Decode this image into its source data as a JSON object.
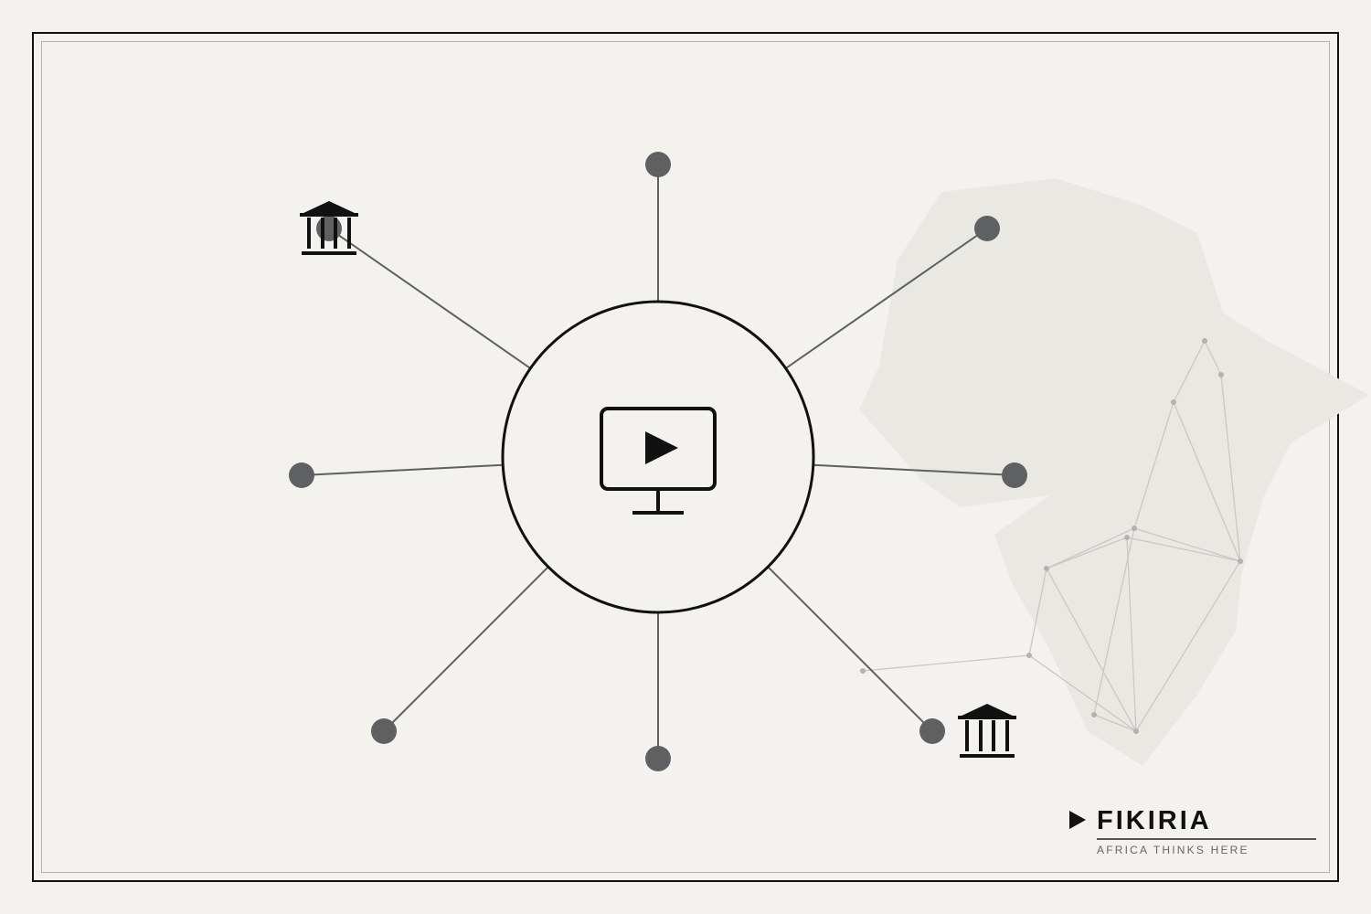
{
  "brand": {
    "name": "FIKIRIA",
    "tagline": "AFRICA THINKS HERE"
  },
  "diagram": {
    "hub_icon": "monitor-play-icon",
    "spokes": [
      {
        "id": "top",
        "icon": ""
      },
      {
        "id": "top-right",
        "icon": ""
      },
      {
        "id": "right",
        "icon": ""
      },
      {
        "id": "bottom-right",
        "icon": "institution-icon"
      },
      {
        "id": "bottom",
        "icon": ""
      },
      {
        "id": "bottom-left",
        "icon": ""
      },
      {
        "id": "left",
        "icon": ""
      },
      {
        "id": "top-left",
        "icon": "institution-icon"
      }
    ],
    "background_map": "africa-network-map"
  },
  "colors": {
    "background": "#f3f2ee",
    "frame": "#111111",
    "node": "#5f6062",
    "edge": "#5f6062",
    "map_fill": "#e9e8e3",
    "map_lines": "#c9c8c4"
  }
}
